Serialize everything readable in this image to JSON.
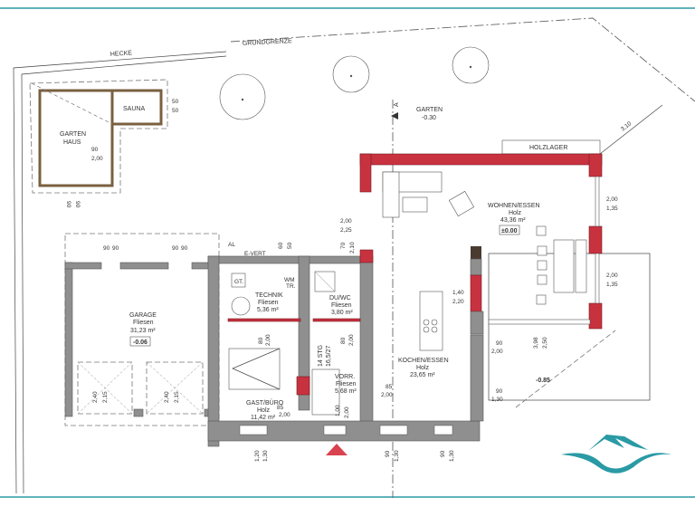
{
  "site": {
    "boundary_label": "GRUNDGRENZE",
    "hedge_label": "HECKE",
    "garden_label": "GARTEN",
    "garden_level": "-0.30",
    "section_marker": "A",
    "woodstore_label": "HOLZLAGER",
    "terrace_level": "-0.85",
    "boundary_distance": "3,10",
    "electric_label": "E-VERT",
    "al_label": "AL"
  },
  "garden_house": {
    "name": "GARTEN\nHAUS",
    "name_line1": "GARTEN",
    "name_line2": "HAUS",
    "sauna_label": "SAUNA",
    "door_w": "90",
    "door_h": "2,00",
    "sauna_dim_1": "50",
    "sauna_dim_2": "50",
    "bottom_dim_1": "90",
    "bottom_dim_2": "90"
  },
  "rooms": {
    "garage": {
      "name": "GARAGE",
      "floor": "Fliesen",
      "area": "31,23 m²",
      "level": "-0.06"
    },
    "technik": {
      "name": "TECHNIK",
      "floor": "Fliesen",
      "area": "5,36 m²",
      "gt": "GT.",
      "wm": "WM",
      "tr": "TR."
    },
    "duwc": {
      "name": "DU/WC",
      "floor": "Fliesen",
      "area": "3,80 m²"
    },
    "stair": {
      "line1": "14 STG",
      "line2": "16,5/27"
    },
    "vorr": {
      "name": "VORR.",
      "floor": "Fliesen",
      "area": "5,68 m²"
    },
    "gast": {
      "name": "GAST/BÜRO",
      "floor": "Holz",
      "area": "11,42 m²"
    },
    "kochen": {
      "name": "KOCHEN/ESSEN",
      "floor": "Holz",
      "area": "23,65 m²"
    },
    "wohnen": {
      "name": "WOHNEN/ESSEN",
      "floor": "Holz",
      "area": "43,36 m²",
      "level": "±0.00"
    }
  },
  "dimensions": {
    "garage_top": [
      "90",
      "90",
      "90",
      "90"
    ],
    "garage_doors": [
      "2,40",
      "2,15",
      "2,40",
      "2,15"
    ],
    "evert_top": [
      "60",
      "50"
    ],
    "duwc_top": [
      "70",
      "2,10"
    ],
    "wohnen_left": [
      "2,00",
      "2,25"
    ],
    "wohnen_right_1": [
      "2,00",
      "1,35"
    ],
    "wohnen_right_2": [
      "2,00",
      "1,35"
    ],
    "kitchen_opening": [
      "1,40",
      "2,20"
    ],
    "slide_door": [
      "3,98",
      "2,50"
    ],
    "kitchen_door_1": [
      "90",
      "2,00"
    ],
    "kitchen_door_2": [
      "90",
      "1,30"
    ],
    "kitchen_door_3": [
      "85",
      "2,00"
    ],
    "technik_door": [
      "80",
      "2,00"
    ],
    "duwc_door": [
      "80",
      "2,00"
    ],
    "gast_door": [
      "85",
      "2,00"
    ],
    "entry_door": [
      "1,00",
      "2,00"
    ],
    "bottom_windows": [
      [
        "1,20",
        "1,30"
      ],
      [
        "90",
        "1,30"
      ],
      [
        "90",
        "1,30"
      ]
    ]
  },
  "colors": {
    "accent": "#2a9aa5",
    "wall_red": "#c8323f",
    "wall_gray": "#8f8f8f",
    "entry_marker": "#d9434f"
  },
  "logo": {
    "icon": "mountain-waves-logo"
  }
}
